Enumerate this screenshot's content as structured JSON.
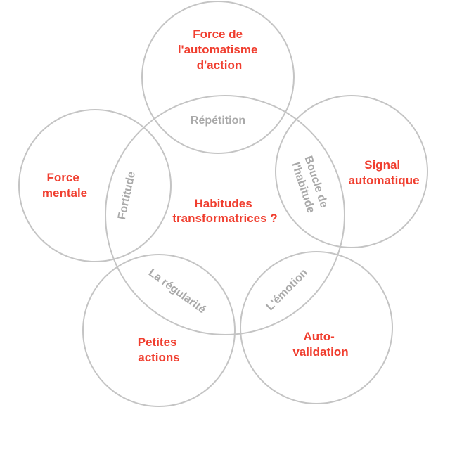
{
  "diagram": {
    "center": {
      "lines": [
        "Habitudes",
        "transformatrices ?"
      ]
    },
    "outer": {
      "top": {
        "lines": [
          "Force de",
          "l'automatisme",
          "d'action"
        ]
      },
      "right": {
        "lines": [
          "Signal",
          "automatique"
        ]
      },
      "bottom_right": {
        "lines": [
          "Auto-",
          "validation"
        ]
      },
      "bottom_left": {
        "lines": [
          "Petites",
          "actions"
        ]
      },
      "left": {
        "lines": [
          "Force",
          "mentale"
        ]
      }
    },
    "overlaps": {
      "top": {
        "lines": [
          "Répétition"
        ]
      },
      "right": {
        "lines": [
          "Boucle de",
          "l'habitude"
        ]
      },
      "bottom_right": {
        "lines": [
          "L'émotion"
        ]
      },
      "bottom_left": {
        "lines": [
          "La régularité"
        ]
      },
      "left": {
        "lines": [
          "Fortitude"
        ]
      }
    },
    "colors": {
      "label": "#f03e2f",
      "overlap_label": "#a9a9a9",
      "ring": "#c4c4c4"
    }
  }
}
